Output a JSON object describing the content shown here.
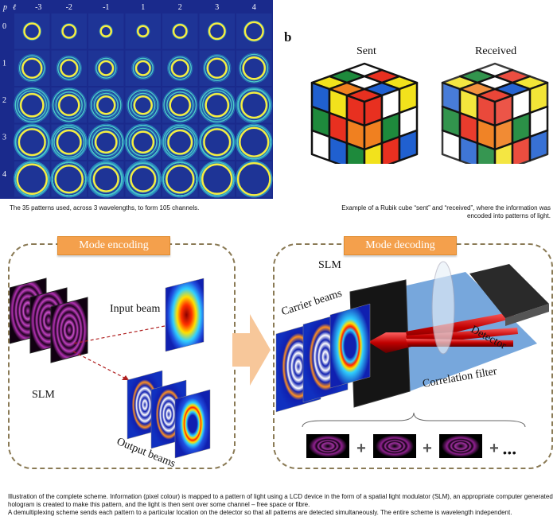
{
  "lg_grid": {
    "p_label": "p",
    "l_label": "ℓ",
    "l_values": [
      "-3",
      "-2",
      "-1",
      "1",
      "2",
      "3",
      "4"
    ],
    "p_values": [
      "0",
      "1",
      "2",
      "3",
      "4"
    ],
    "caption": "The 35 patterns used, across 3 wavelengths, to form 105 channels."
  },
  "cubes": {
    "panel": "b",
    "sent": "Sent",
    "received": "Received",
    "caption_line1": "Example of a Rubik cube “sent” and “received”, where the information was",
    "caption_line2": "encoded into patterns of light."
  },
  "encoding": {
    "title": "Mode encoding",
    "input_beam": "Input beam",
    "slm": "SLM",
    "output_beams": "Output beams"
  },
  "decoding": {
    "title": "Mode decoding",
    "slm": "SLM",
    "carrier_beams": "Carrier beams",
    "detector": "Detector",
    "correlation_filter": "Correlation filter",
    "sum_ellipsis": "•••"
  },
  "bottom_caption": {
    "line1": "Illustration of the complete scheme. Information (pixel colour) is mapped to a pattern of light using a LCD device in the form of a spatial light modulator (SLM), an appropriate computer generated",
    "line2": "hologram is created to make this pattern, and the light is then sent over some channel – free space or fibre.",
    "line3": "A demultiplexing scheme sends each pattern to a particular location on the detector so that all patterns are detected simultaneously.  The entire scheme is wavelength independent."
  },
  "colors": {
    "grid_bg": "#1a2a8c",
    "tab_orange": "#f4a04c",
    "arrow": "#f7c79a"
  }
}
